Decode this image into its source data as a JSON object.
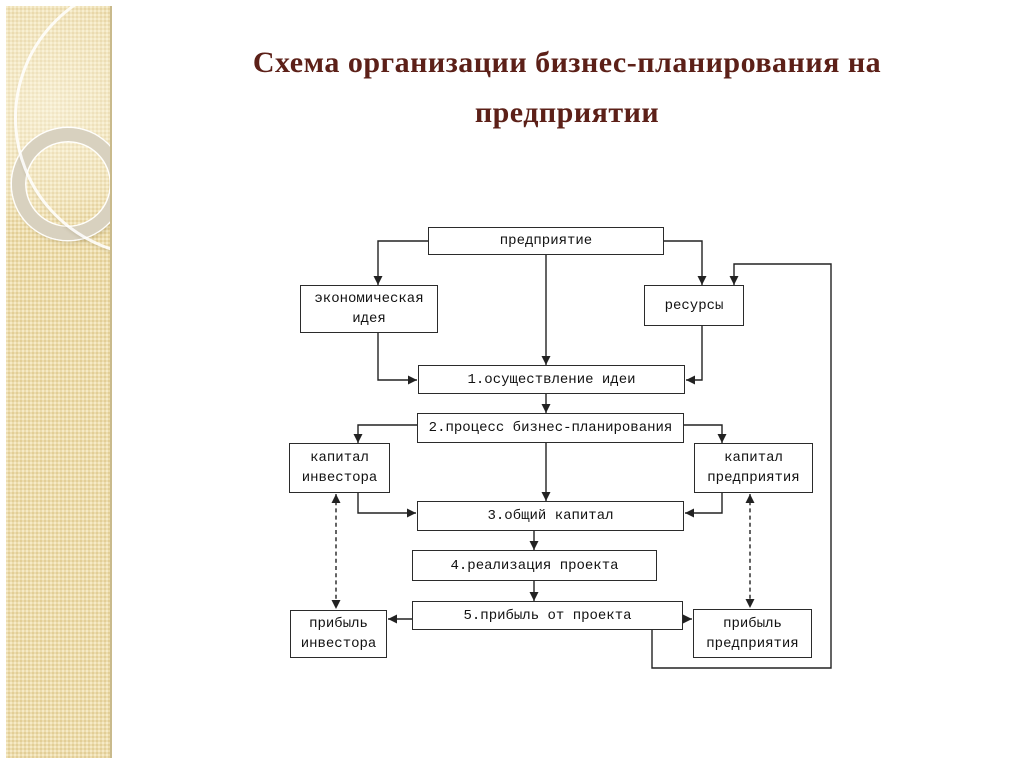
{
  "slide": {
    "title": "Схема организации бизнес-планирования на предприятии"
  },
  "diagram": {
    "nodes": [
      {
        "id": "enterprise",
        "label": "предприятие"
      },
      {
        "id": "economic-idea",
        "label": "экономическая идея"
      },
      {
        "id": "resources",
        "label": "ресурсы"
      },
      {
        "id": "step1",
        "label": "1.осуществление идеи"
      },
      {
        "id": "step2",
        "label": "2.процесс бизнес-планирования"
      },
      {
        "id": "investor-capital",
        "label": "капитал инвестора"
      },
      {
        "id": "enterprise-capital",
        "label": "капитал предприятия"
      },
      {
        "id": "step3",
        "label": "3.общий капитал"
      },
      {
        "id": "step4",
        "label": "4.реализация проекта"
      },
      {
        "id": "step5",
        "label": "5.прибыль от проекта"
      },
      {
        "id": "investor-profit",
        "label": "прибыль инвестора"
      },
      {
        "id": "enterprise-profit",
        "label": "прибыль предприятия"
      }
    ]
  },
  "colors": {
    "title_text": "#5c2018",
    "sidebar_base": "#ecdcae",
    "sidebar_edge": "#c9ba8c",
    "connector": "#222222",
    "node_border": "#2b2b2b",
    "node_background": "#ffffff"
  }
}
